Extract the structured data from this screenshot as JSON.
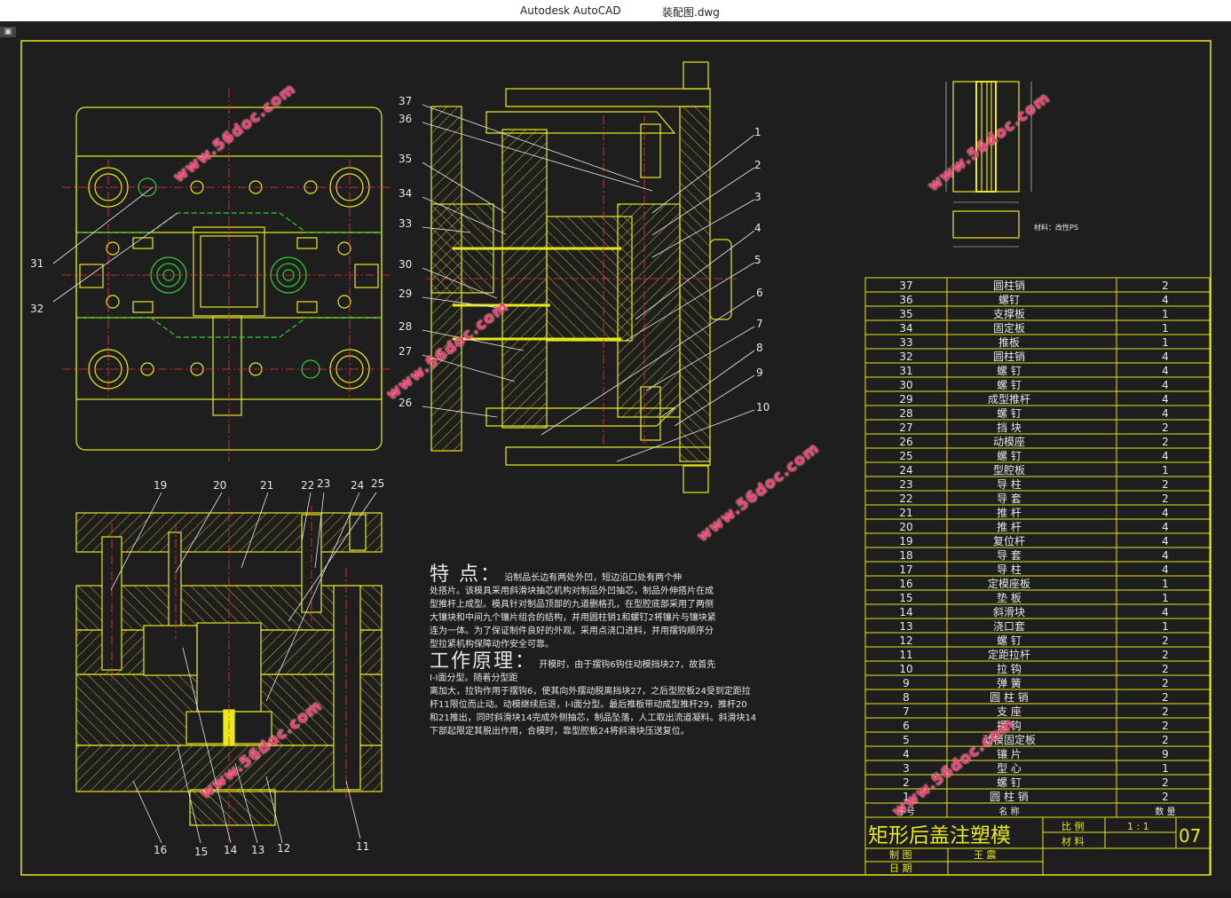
{
  "window": {
    "app": "Autodesk AutoCAD",
    "file": "装配图.dwg"
  },
  "watermark": "www.56doc.com",
  "colors": {
    "frame": "#e8e81a",
    "centerline": "#ff3030",
    "green": "#30d030",
    "white": "#e8e8e8"
  },
  "callouts_side": [
    "37",
    "36",
    "35",
    "34",
    "33",
    "30",
    "29",
    "28",
    "27",
    "26"
  ],
  "callouts_right": [
    "1",
    "2",
    "3",
    "4",
    "5",
    "6",
    "7",
    "8",
    "9",
    "10"
  ],
  "callouts_top_left": [
    "31",
    "32"
  ],
  "callouts_bottom": [
    "19",
    "20",
    "21",
    "22",
    "23",
    "24",
    "25",
    "16",
    "15",
    "14",
    "13",
    "12",
    "11"
  ],
  "part_note": "材料：改性PS",
  "notes": {
    "feature_title": "特 点：",
    "feature_lines": [
      "沿制品长边有两处外凹，短边沿口处有两个伸",
      "处搭片。该模具采用斜滑块抽芯机构对制品外凹抽芯，制品外伸搭片在成",
      "型推杆上成型。模具针对制品顶部的九道删格孔，在型腔底部采用了两侧",
      "大镶块和中间九个镶片组合的结构，并用圆柱销1和螺钉2将镶片与镶块紧",
      "连为一体。为了保证制件良好的外观，采用点浇口进料，并用摆钩顺序分",
      "型拉紧机构保障动作安全可靠。"
    ],
    "principle_title": "工作原理：",
    "principle_lines": [
      "开模时，由于摆钩6钩住动模挡块27，故首先",
      "I-I面分型。随着分型距",
      "离加大，拉钩作用于摆钩6，使其向外摆动脱离挡块27，之后型腔板24受到定距拉",
      "杆11限位而止动。动模继续后退，I-I面分型。最后推板带动成型推杆29，推杆20",
      "和21推出，同时斜滑块14完成外侧抽芯，制品坠落，人工取出流道凝料。斜滑块14",
      "下部起限定其脱出作用，合模时，靠型腔板24将斜滑块压送复位。"
    ]
  },
  "bom": [
    {
      "no": "37",
      "name": "圆柱销",
      "qty": "2"
    },
    {
      "no": "36",
      "name": "螺钉",
      "qty": "4"
    },
    {
      "no": "35",
      "name": "支撑板",
      "qty": "1"
    },
    {
      "no": "34",
      "name": "固定板",
      "qty": "1"
    },
    {
      "no": "33",
      "name": "推板",
      "qty": "1"
    },
    {
      "no": "32",
      "name": "圆柱销",
      "qty": "4"
    },
    {
      "no": "31",
      "name": "螺 钉",
      "qty": "4"
    },
    {
      "no": "30",
      "name": "螺 钉",
      "qty": "4"
    },
    {
      "no": "29",
      "name": "成型推杆",
      "qty": "4"
    },
    {
      "no": "28",
      "name": "螺 钉",
      "qty": "4"
    },
    {
      "no": "27",
      "name": "挡 块",
      "qty": "2"
    },
    {
      "no": "26",
      "name": "动模座",
      "qty": "2"
    },
    {
      "no": "25",
      "name": "螺 钉",
      "qty": "4"
    },
    {
      "no": "24",
      "name": "型腔板",
      "qty": "1"
    },
    {
      "no": "23",
      "name": "导 柱",
      "qty": "2"
    },
    {
      "no": "22",
      "name": "导 套",
      "qty": "2"
    },
    {
      "no": "21",
      "name": "推 杆",
      "qty": "4"
    },
    {
      "no": "20",
      "name": "推 杆",
      "qty": "4"
    },
    {
      "no": "19",
      "name": "复位杆",
      "qty": "4"
    },
    {
      "no": "18",
      "name": "导 套",
      "qty": "4"
    },
    {
      "no": "17",
      "name": "导 柱",
      "qty": "4"
    },
    {
      "no": "16",
      "name": "定模座板",
      "qty": "1"
    },
    {
      "no": "15",
      "name": "垫 板",
      "qty": "1"
    },
    {
      "no": "14",
      "name": "斜滑块",
      "qty": "4"
    },
    {
      "no": "13",
      "name": "浇口套",
      "qty": "1"
    },
    {
      "no": "12",
      "name": "螺 钉",
      "qty": "2"
    },
    {
      "no": "11",
      "name": "定距拉杆",
      "qty": "2"
    },
    {
      "no": "10",
      "name": "拉 钩",
      "qty": "2"
    },
    {
      "no": "9",
      "name": "弹 簧",
      "qty": "2"
    },
    {
      "no": "8",
      "name": "圆 柱 销",
      "qty": "2"
    },
    {
      "no": "7",
      "name": "支 座",
      "qty": "2"
    },
    {
      "no": "6",
      "name": "摆 钩",
      "qty": "2"
    },
    {
      "no": "5",
      "name": "动模固定板",
      "qty": "2"
    },
    {
      "no": "4",
      "name": "镶 片",
      "qty": "9"
    },
    {
      "no": "3",
      "name": "型 心",
      "qty": "1"
    },
    {
      "no": "2",
      "name": "螺 钉",
      "qty": "2"
    },
    {
      "no": "1",
      "name": "圆 柱 销",
      "qty": "2"
    }
  ],
  "bom_header": {
    "no": "序号",
    "name": "名 称",
    "qty": "数 量"
  },
  "title_block": {
    "title": "矩形后盖注塑模",
    "scale_label": "比 例",
    "scale_value": "1 : 1",
    "material_label": "材 料",
    "drawing_no": "07",
    "drawn_label": "制 图",
    "drawn_by": "王 震",
    "date_label": "日 期"
  }
}
